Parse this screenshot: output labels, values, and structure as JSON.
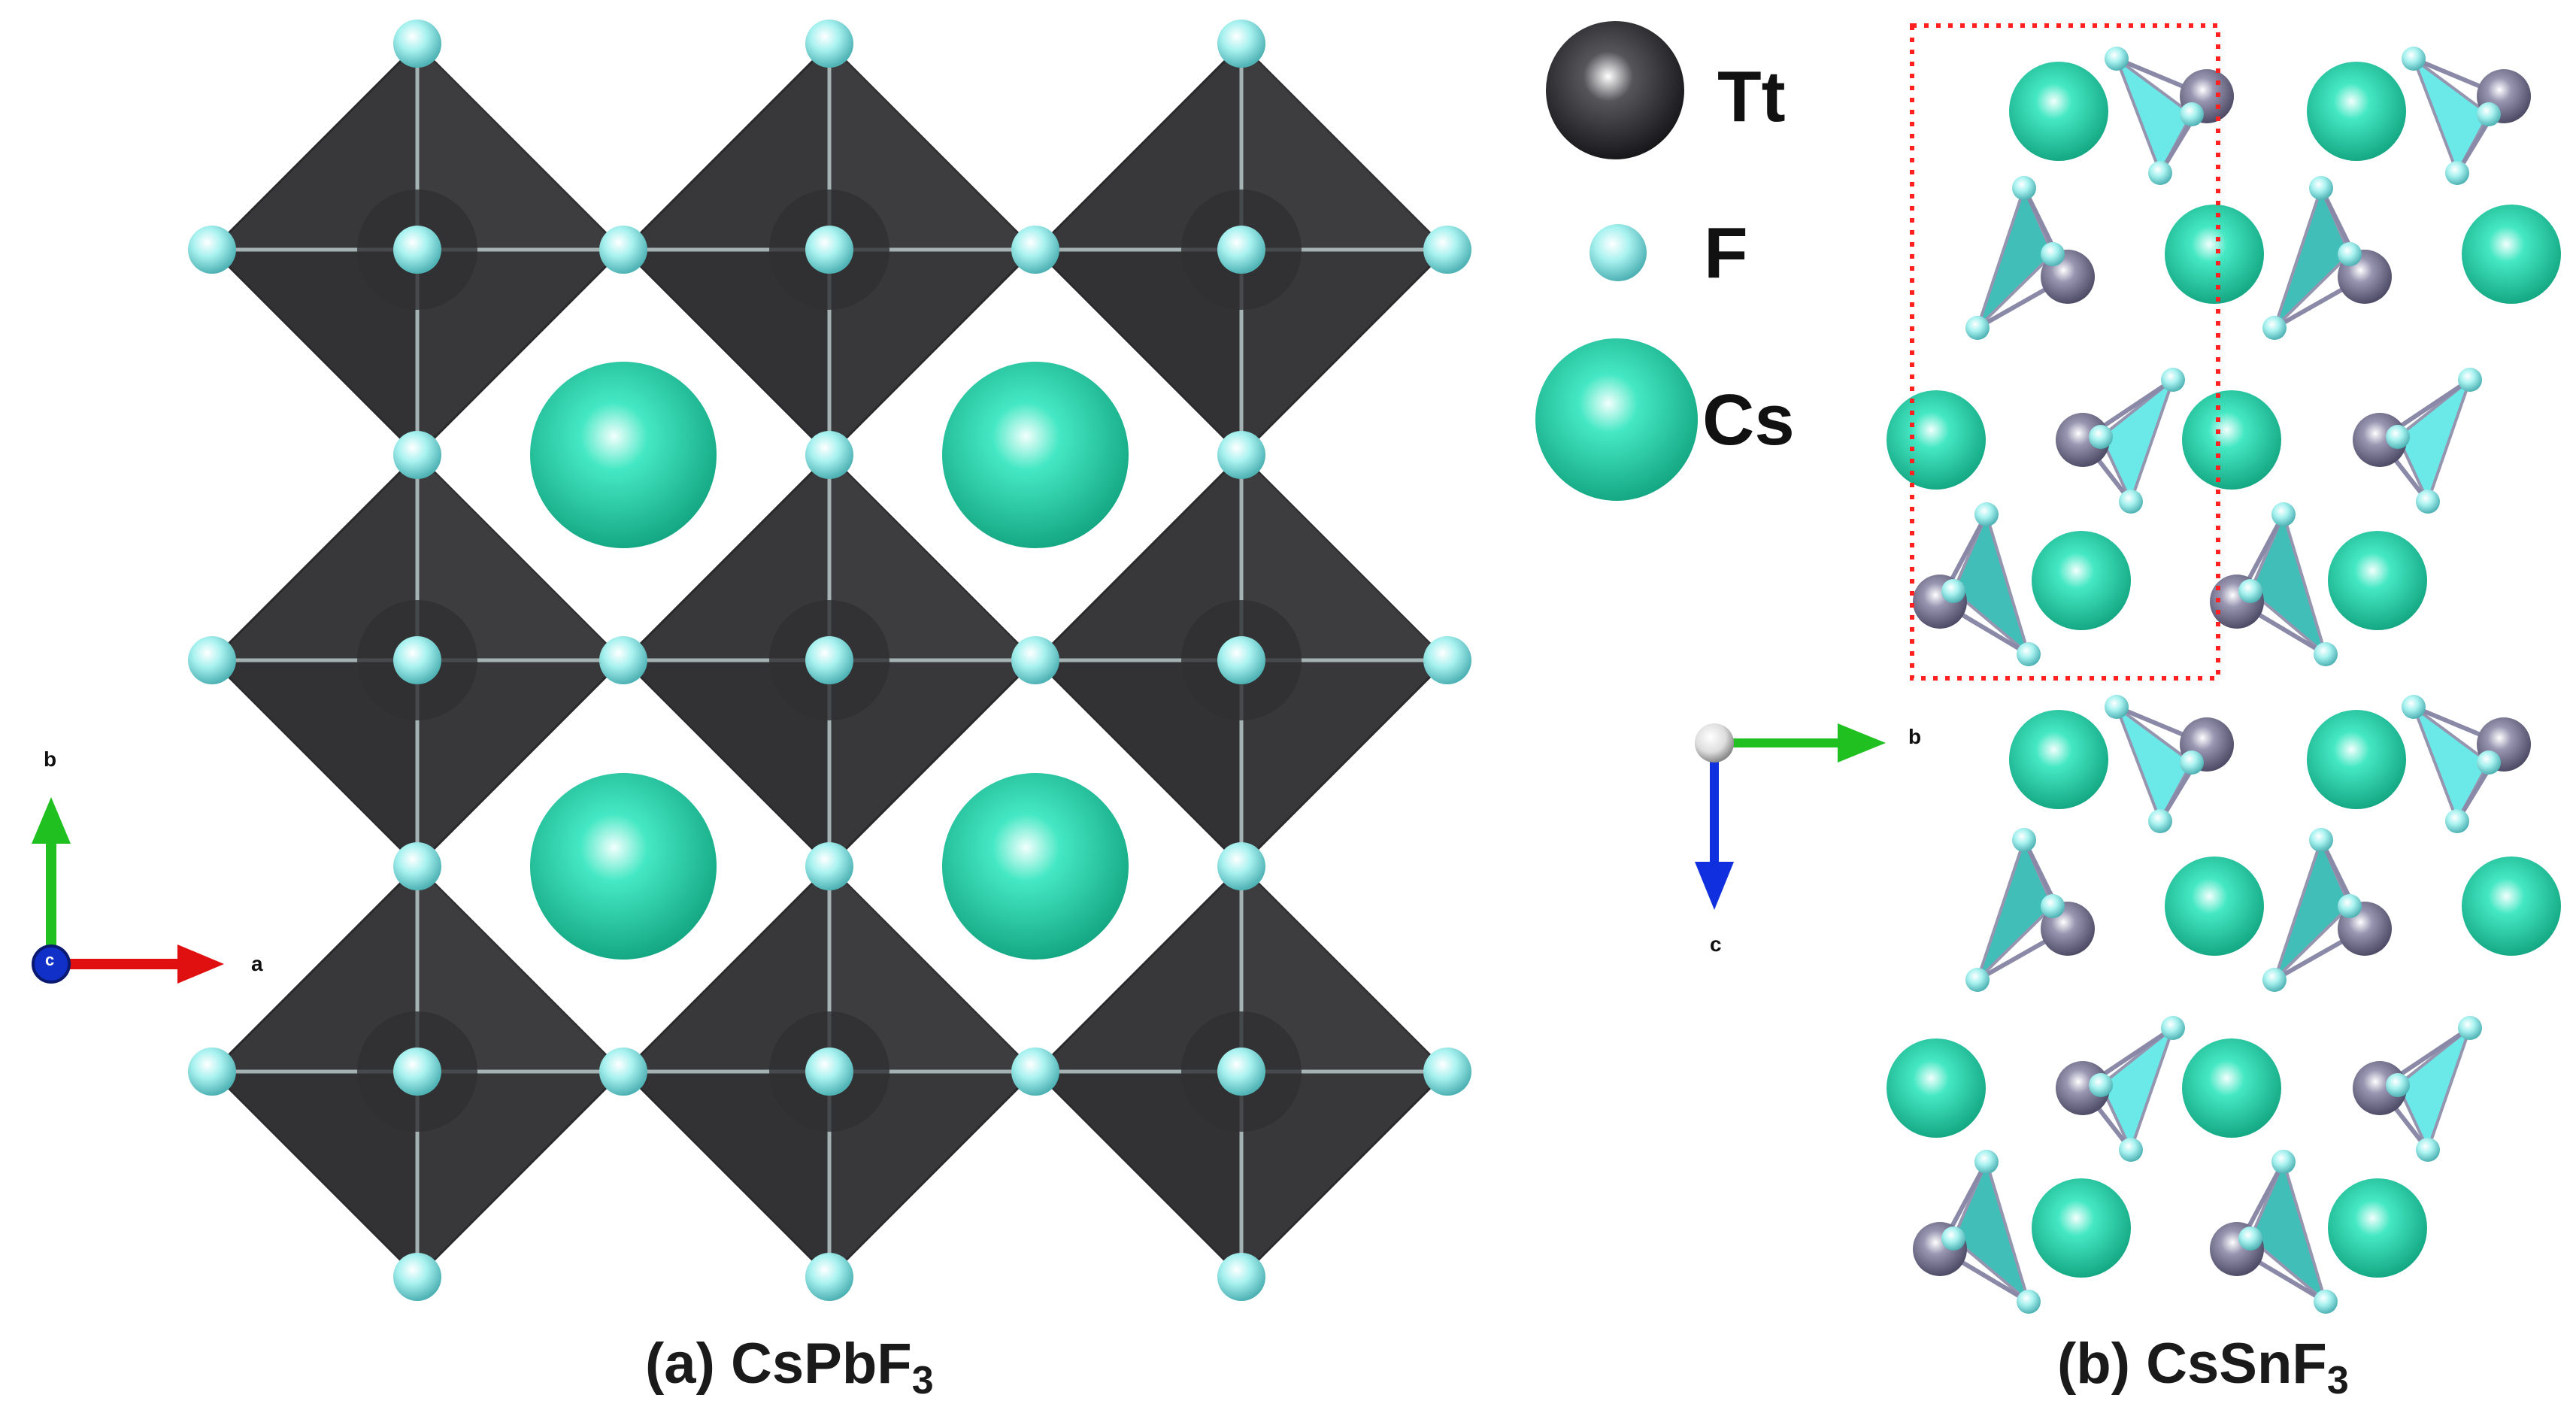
{
  "legend": {
    "items": [
      {
        "label": "Tt",
        "color": "#3a3a3e"
      },
      {
        "label": "F",
        "color": "#8fe8e6"
      },
      {
        "label": "Cs",
        "color": "#2fd9b0"
      }
    ]
  },
  "panel_a": {
    "caption_prefix": "(a) CsPbF",
    "caption_sub": "3",
    "axes": {
      "vertical": "b",
      "horizontal": "a",
      "origin": "c"
    }
  },
  "panel_b": {
    "caption_prefix": "(b) CsSnF",
    "caption_sub": "3",
    "axes": {
      "horizontal": "b",
      "vertical": "c"
    }
  },
  "colors": {
    "octahedron": "#38383b",
    "fluorine": "#a6f0ee",
    "cesium": "#2fd6ad",
    "tin": "#8d8aa6",
    "tetrahedron": "#48d4d4",
    "unit_cell": "#ff2020",
    "axis_red": "#e01010",
    "axis_green": "#20c020",
    "axis_blue": "#1030e0"
  }
}
